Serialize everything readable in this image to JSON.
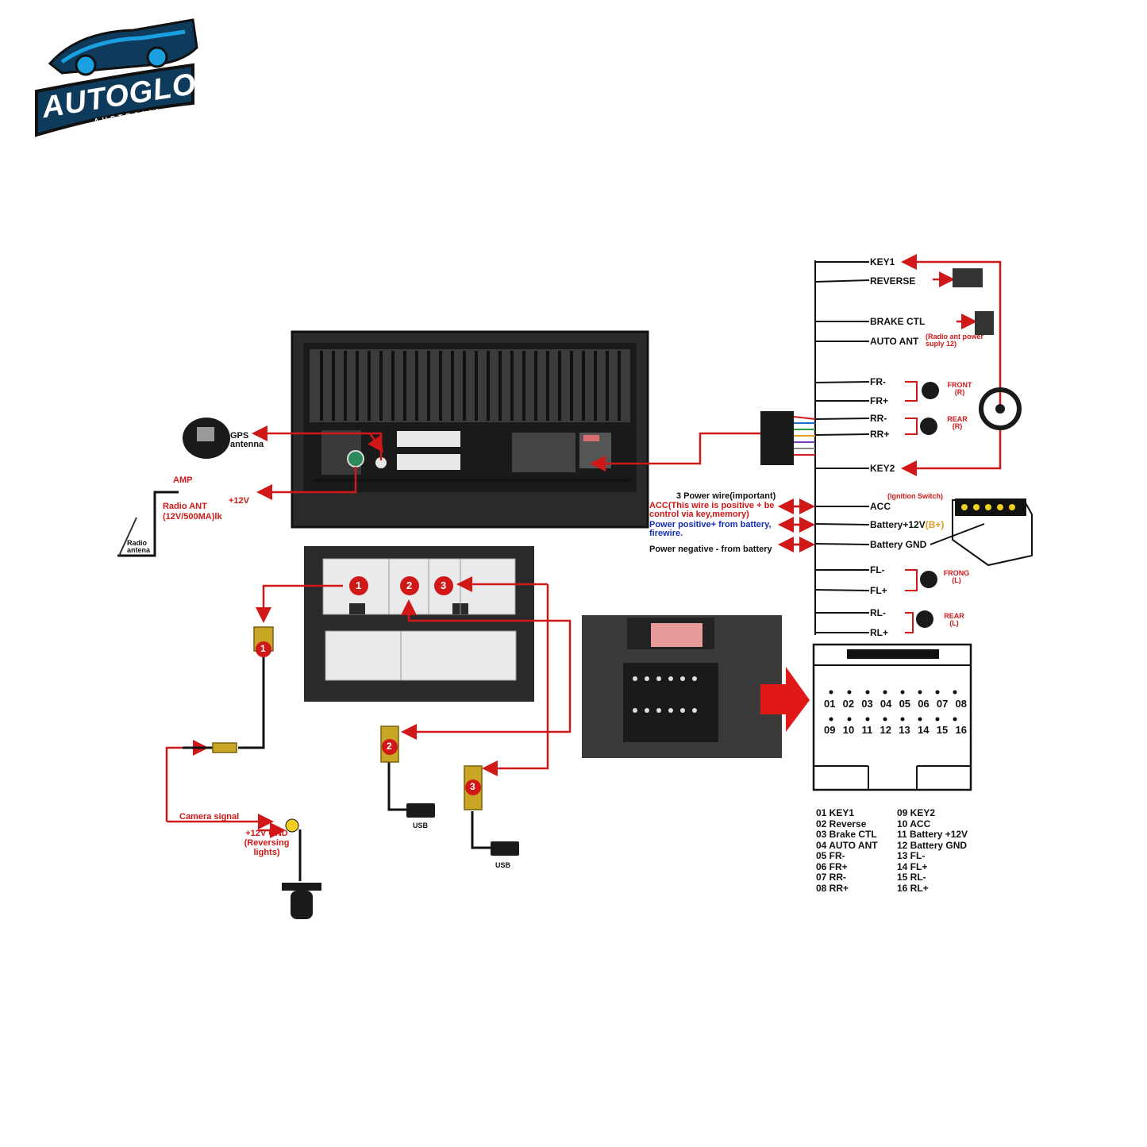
{
  "logo": {
    "brand": "AUTOGLO",
    "sub": "AUSTRALIA"
  },
  "left": {
    "gps": "GPS antenna",
    "amp": "AMP",
    "plus12": "+12V",
    "radio_ant": "Radio ANT (12V/500MA)lk",
    "radio_antenna": "Radio antena",
    "camera_signal": "Camera signal",
    "cam_power": "+12V GND (Reversing lights)",
    "usb": "USB",
    "connectors": [
      "1",
      "2",
      "3"
    ]
  },
  "power": {
    "title": "3 Power wire(important)",
    "acc_note": "ACC(This wire is positive + be control via key,memory)",
    "battery_note": "Power positive+ from battery, firewire.",
    "gnd_note": "Power negative - from battery",
    "ignition": "(Ignition Switch)"
  },
  "wires": {
    "key1": "KEY1",
    "reverse": "REVERSE",
    "brake": "BRAKE CTL",
    "auto_ant": "AUTO ANT",
    "auto_ant_note": "(Radio ant power suply 12)",
    "fr_minus": "FR-",
    "fr_plus": "FR+",
    "rr_minus": "RR-",
    "rr_plus": "RR+",
    "key2": "KEY2",
    "acc": "ACC",
    "battery": "Battery+12V",
    "battery_suffix": "(B+)",
    "battery_gnd": "Battery GND",
    "fl_minus": "FL-",
    "fl_plus": "FL+",
    "rl_minus": "RL-",
    "rl_plus": "RL+",
    "front_r": "FRONT (R)",
    "rear_r": "REAR (R)",
    "front_l": "FRONG (L)",
    "rear_l": "REAR (L)"
  },
  "pinout": {
    "top_row": [
      "01",
      "02",
      "03",
      "04",
      "05",
      "06",
      "07",
      "08"
    ],
    "bottom_row": [
      "09",
      "10",
      "11",
      "12",
      "13",
      "14",
      "15",
      "16"
    ],
    "list_left": [
      "01 KEY1",
      "02 Reverse",
      "03 Brake CTL",
      "04 AUTO ANT",
      "05 FR-",
      "06 FR+",
      "07 RR-",
      "08 RR+"
    ],
    "list_right": [
      "09 KEY2",
      "10 ACC",
      "11 Battery +12V",
      "12 Battery GND",
      "13 FL-",
      "14 FL+",
      "15 RL-",
      "16 RL+"
    ]
  },
  "colors": {
    "wire_red": "#d01818",
    "unit_dark": "#2a2a2a",
    "brand_blue": "#1aa0e0",
    "connector_yellow": "#c9a626"
  }
}
